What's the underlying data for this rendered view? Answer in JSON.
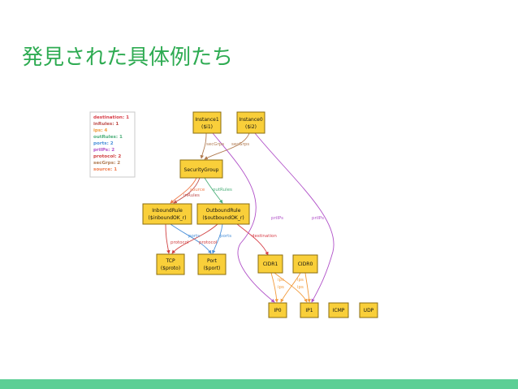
{
  "title": "発見された具体例たち",
  "colors": {
    "title": "#2eab52",
    "footer": "#5ccf95",
    "node_fill": "#f9cf3a",
    "destination": "#d8404a",
    "inRules": "#c0504d",
    "ips": "#f29a3a",
    "outRules": "#4caf7a",
    "ports": "#4a90d9",
    "priIPs": "#b050c8",
    "protocol": "#d04040",
    "secGrps": "#b07a50",
    "source": "#f07a4a"
  },
  "legend": [
    {
      "text": "destination: 1",
      "color": "#d8404a"
    },
    {
      "text": "inRules: 1",
      "color": "#c0504d"
    },
    {
      "text": "ips: 4",
      "color": "#f29a3a"
    },
    {
      "text": "outRules: 1",
      "color": "#4caf7a"
    },
    {
      "text": "ports: 2",
      "color": "#4a90d9"
    },
    {
      "text": "priIPs: 2",
      "color": "#b050c8"
    },
    {
      "text": "protocol: 2",
      "color": "#d04040"
    },
    {
      "text": "secGrps: 2",
      "color": "#b07a50"
    },
    {
      "text": "source: 1",
      "color": "#f07a4a"
    }
  ],
  "nodes": {
    "instance1": [
      "Instance1",
      "($i1)"
    ],
    "instance0": [
      "Instance0",
      "($i2)"
    ],
    "securitygroup": [
      "SecurityGroup"
    ],
    "inboundrule": [
      "InboundRule",
      "($inboundOK_r)"
    ],
    "outboundrule": [
      "OutboundRule",
      "($outboundOK_r)"
    ],
    "tcp": [
      "TCP",
      "($proto)"
    ],
    "port": [
      "Port",
      "($port)"
    ],
    "cidr1": [
      "CIDR1"
    ],
    "cidr0": [
      "CIDR0"
    ],
    "ip0": [
      "IP0"
    ],
    "ip1": [
      "IP1"
    ],
    "icmp": [
      "ICMP"
    ],
    "udp": [
      "UDP"
    ]
  },
  "edge_labels": {
    "secGrps_1": "secGrps",
    "secGrps_2": "secGrps",
    "source": "source",
    "inRules": "inRules",
    "outRules": "outRules",
    "ports_1": "ports",
    "ports_2": "ports",
    "protocol_1": "protocol",
    "protocol_2": "protocol",
    "destination": "destination",
    "priIPs_1": "priIPs",
    "priIPs_2": "priIPs",
    "ips_1": "ips",
    "ips_2": "ips",
    "ips_3": "ips",
    "ips_4": "ips"
  }
}
